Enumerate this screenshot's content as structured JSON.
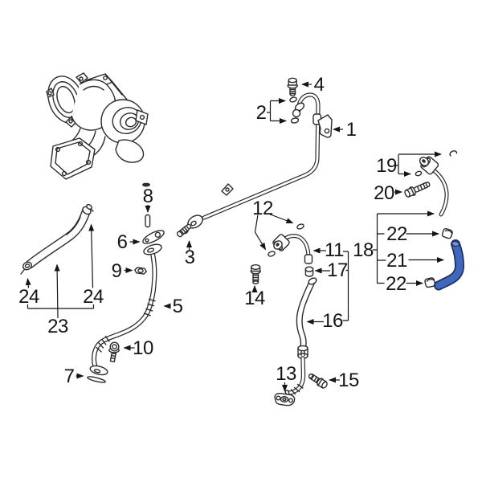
{
  "diagram": {
    "type": "exploded-parts-diagram",
    "subject": "turbocharger-oil-and-coolant-lines",
    "highlighted_callout": "21",
    "colors": {
      "background": "#ffffff",
      "line": "#2d2a2a",
      "label": "#151515",
      "highlight_fill": "#4068ba",
      "highlight_outline": "#1d2d63"
    },
    "callouts": {
      "1": "1",
      "2": "2",
      "3": "3",
      "4": "4",
      "5": "5",
      "6": "6",
      "7": "7",
      "8": "8",
      "9": "9",
      "10": "10",
      "11": "11",
      "12": "12",
      "13": "13",
      "14": "14",
      "15": "15",
      "16": "16",
      "17": "17",
      "18": "18",
      "19": "19",
      "20": "20",
      "21": "21",
      "22": "22",
      "23": "23",
      "24": "24"
    }
  }
}
